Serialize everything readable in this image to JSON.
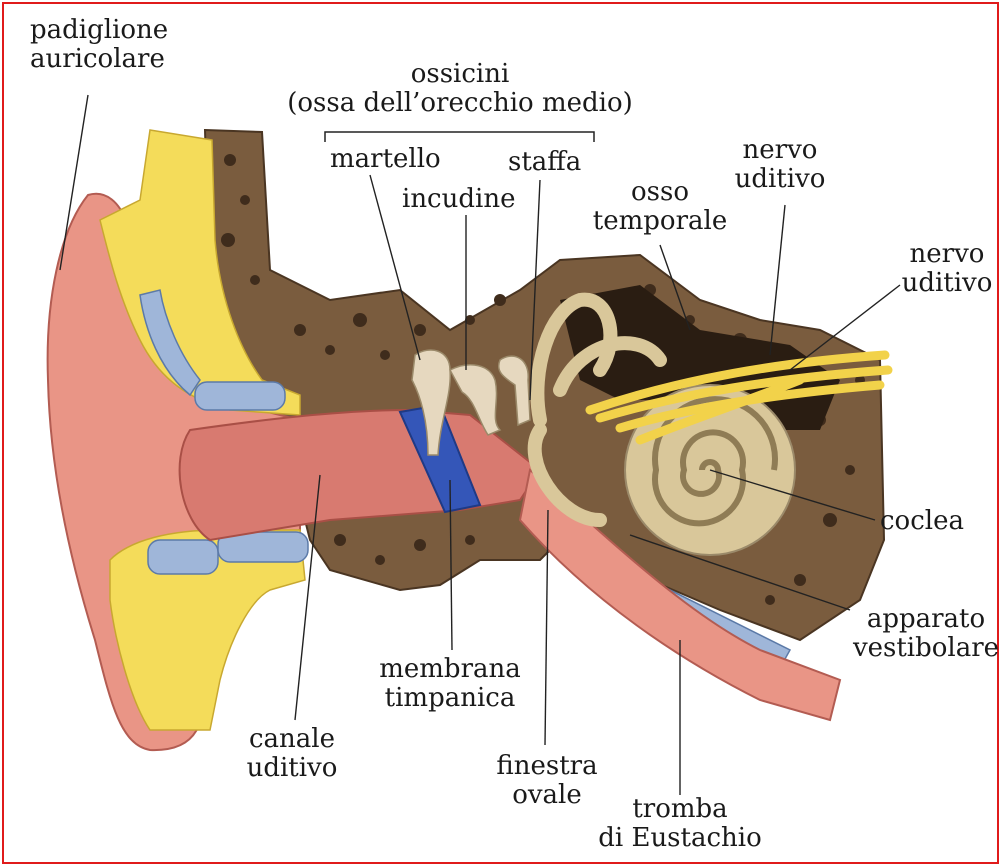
{
  "labels": {
    "padiglione": [
      "padiglione",
      "auricolare"
    ],
    "ossicini": [
      "ossicini",
      "(ossa dell’orecchio medio)"
    ],
    "martello": "martello",
    "incudine": "incudine",
    "staffa": "staffa",
    "osso_temporale": [
      "osso",
      "temporale"
    ],
    "nervo_uditivo_1": [
      "nervo",
      "uditivo"
    ],
    "nervo_uditivo_2": [
      "nervo",
      "uditivo"
    ],
    "coclea": "coclea",
    "apparato_vestibolare": [
      "apparato",
      "vestibolare"
    ],
    "membrana_timpanica": [
      "membrana",
      "timpanica"
    ],
    "canale_uditivo": [
      "canale",
      "uditivo"
    ],
    "finestra_ovale": [
      "finestra",
      "ovale"
    ],
    "tromba_eustachio": [
      "tromba",
      "di Eustachio"
    ]
  },
  "colors": {
    "frame": "#e01b1b",
    "skin": "#e99586",
    "canal": "#d87a70",
    "fat": "#f4dc5a",
    "cartilage": "#9fb6d9",
    "bone": "#7a5c3e",
    "bone_spot": "#3f2c1c",
    "ossicle": "#e6d8bf",
    "eardrum": "#3456b8",
    "cochlea": "#d9c79a",
    "nerve": "#f2d24a"
  }
}
